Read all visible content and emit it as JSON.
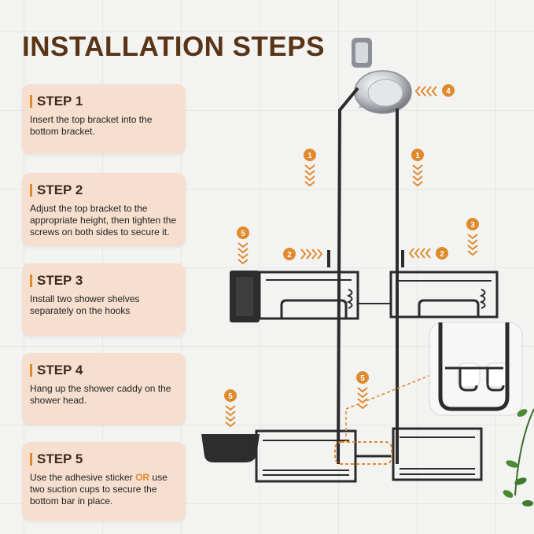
{
  "title": "INSTALLATION STEPS",
  "steps": [
    {
      "label": "STEP 1",
      "text": "Insert the top bracket into the bottom bracket."
    },
    {
      "label": "STEP 2",
      "text": "Adjust the top bracket to the appropriate height, then tighten the screws on both sides to secure it."
    },
    {
      "label": "STEP 3",
      "text": "Install two shower shelves separately on the hooks"
    },
    {
      "label": "STEP 4",
      "text": "Hang up the shower caddy on the shower head."
    },
    {
      "label": "STEP 5",
      "text_before": "Use the adhesive sticker ",
      "text_or": "OR",
      "text_after": " use two suction cups to secure the bottom bar in place."
    }
  ],
  "markers": {
    "m1a": "1",
    "m1b": "1",
    "m2a": "2",
    "m2b": "2",
    "m3": "3",
    "m4": "4",
    "m5a": "5",
    "m5b": "5",
    "m5c": "5"
  },
  "colors": {
    "accent": "#e08a2e",
    "title": "#5a3417",
    "card": "#f6dfcf",
    "frame": "#2b2b2b"
  }
}
